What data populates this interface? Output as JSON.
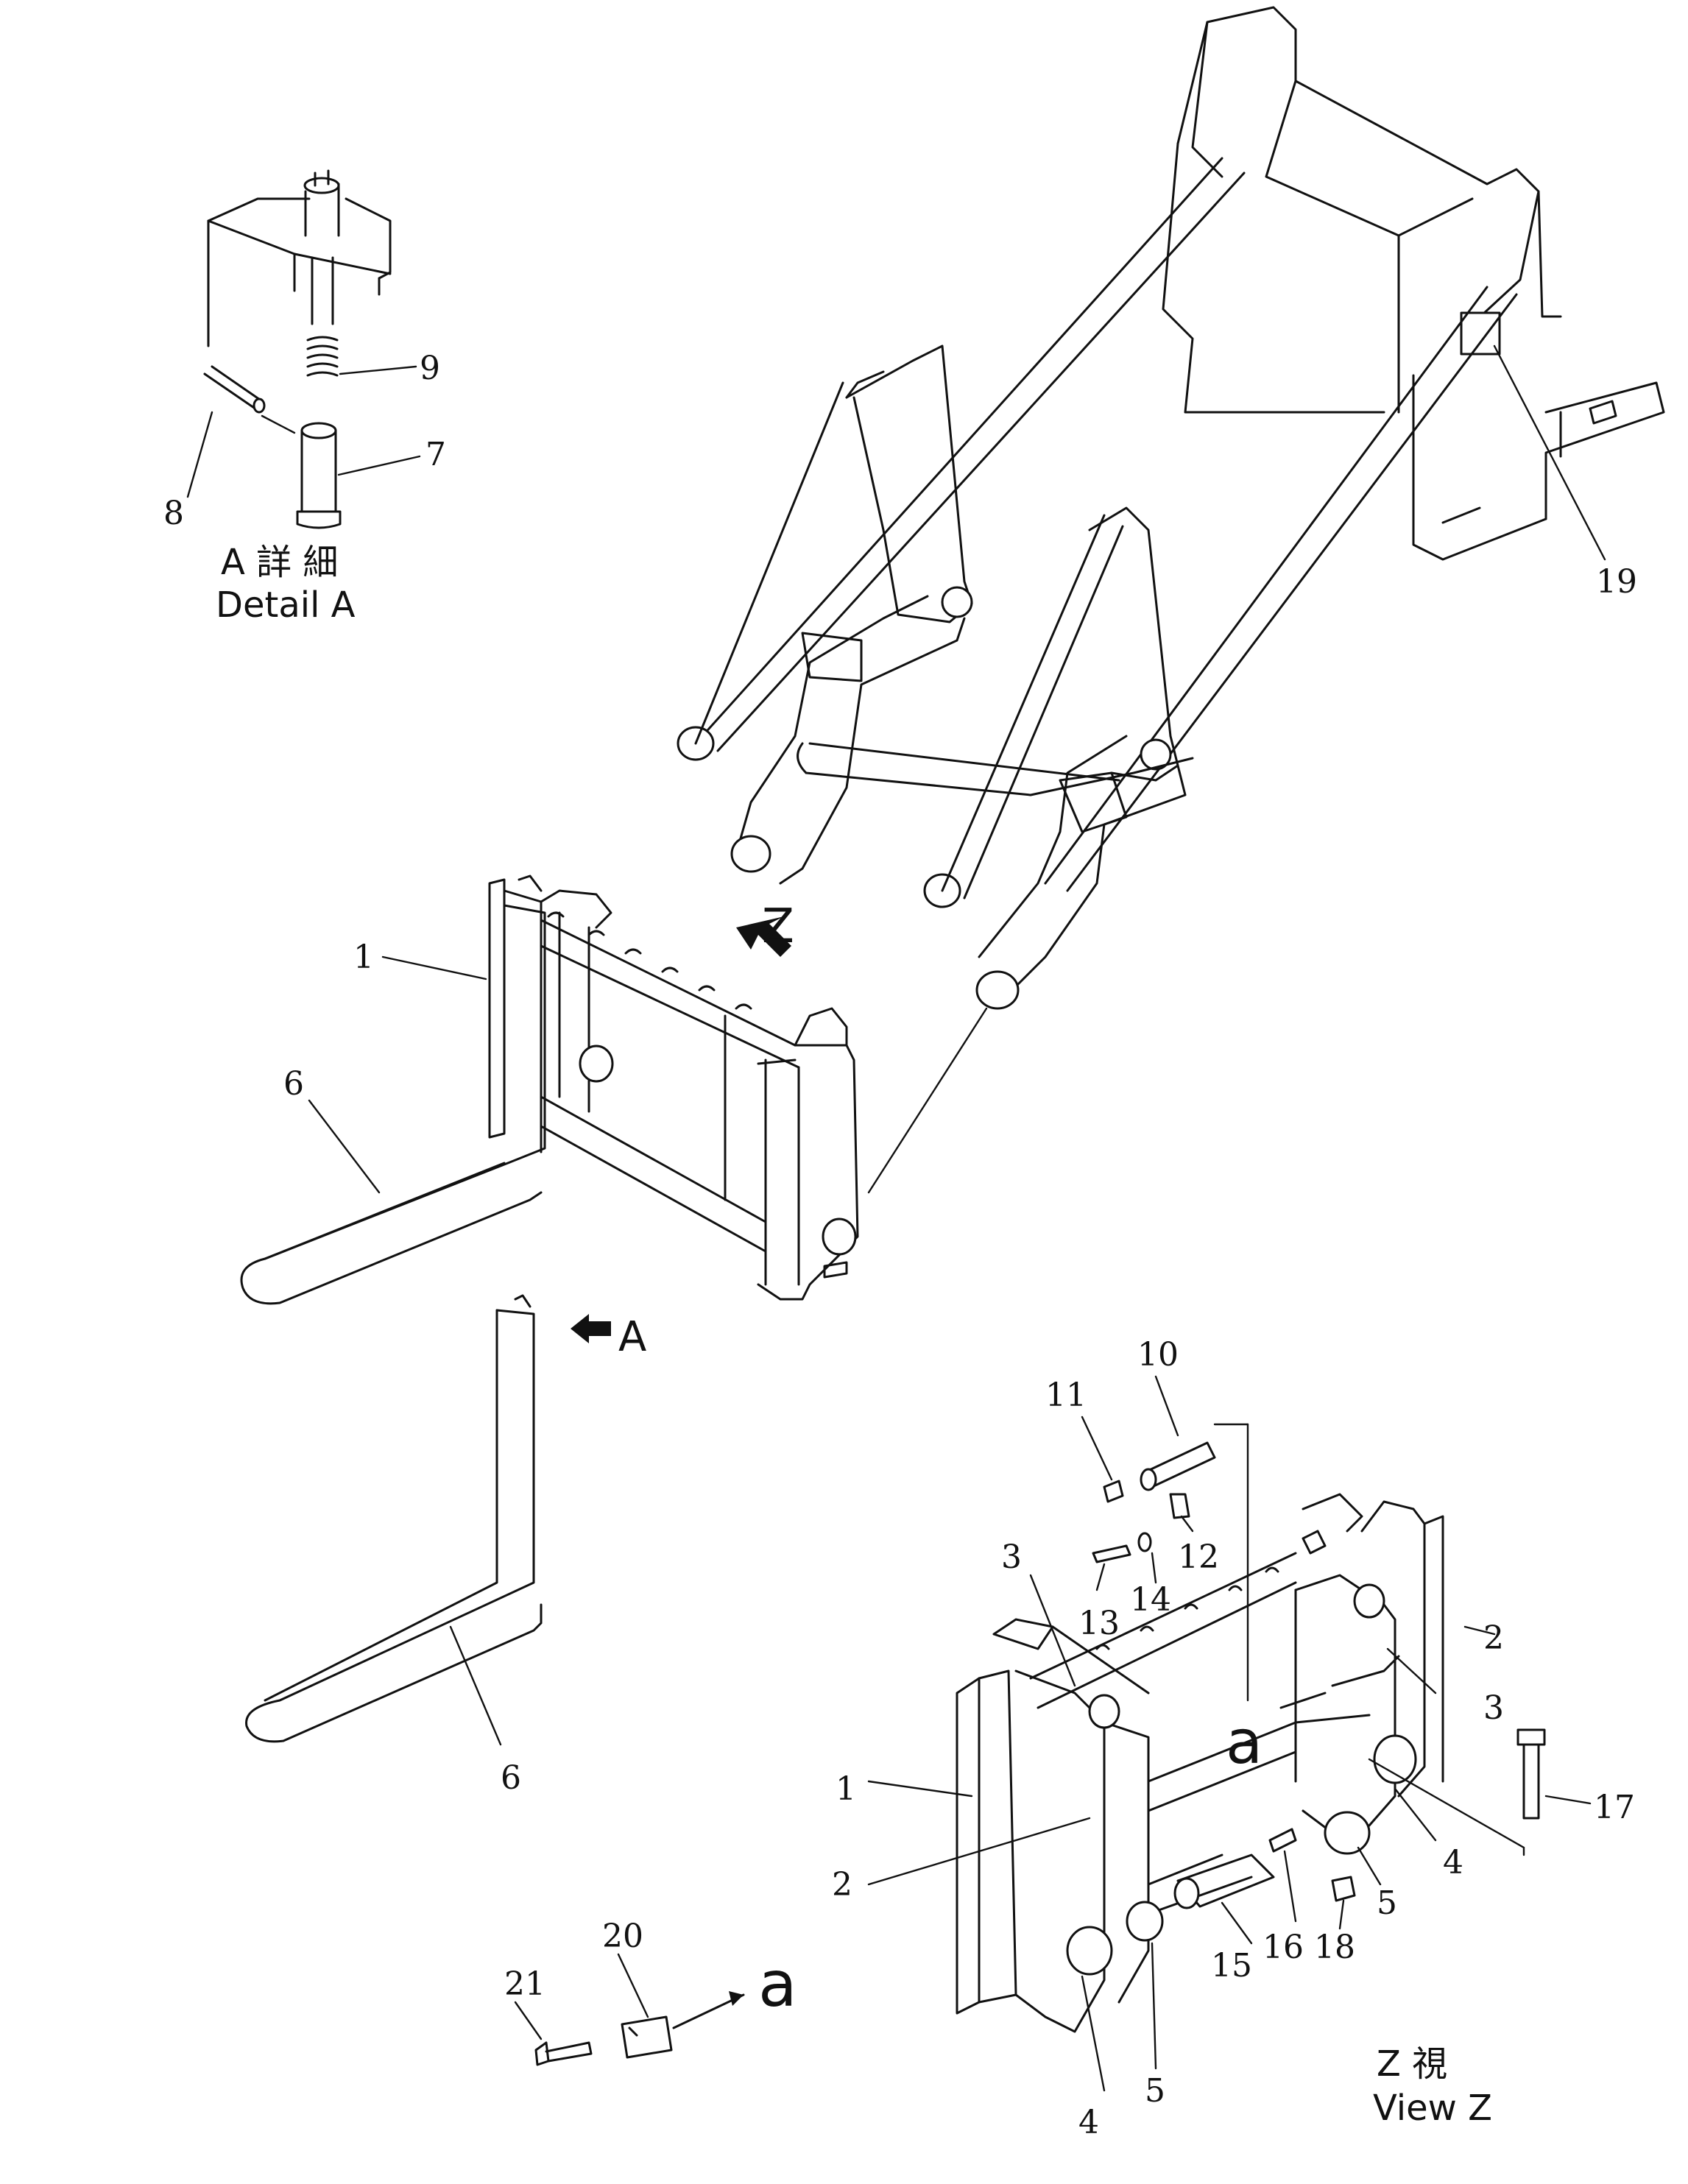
{
  "detail_a": {
    "caption_jp": "A 詳 細",
    "caption_en": "Detail A",
    "callouts": [
      "9",
      "7",
      "8"
    ]
  },
  "view_z": {
    "caption_jp": "Z 視",
    "caption_en": "View Z"
  },
  "markers": {
    "z_arrow": "Z",
    "a_arrow": "A",
    "a_lower": "a",
    "a_view": "a"
  },
  "callouts_main": [
    "19",
    "1",
    "6",
    "6"
  ],
  "callouts_view_z": [
    "10",
    "11",
    "12",
    "14",
    "13",
    "3",
    "2",
    "3",
    "1",
    "2",
    "17",
    "4",
    "5",
    "15",
    "16",
    "18",
    "4",
    "5",
    "20",
    "21"
  ]
}
